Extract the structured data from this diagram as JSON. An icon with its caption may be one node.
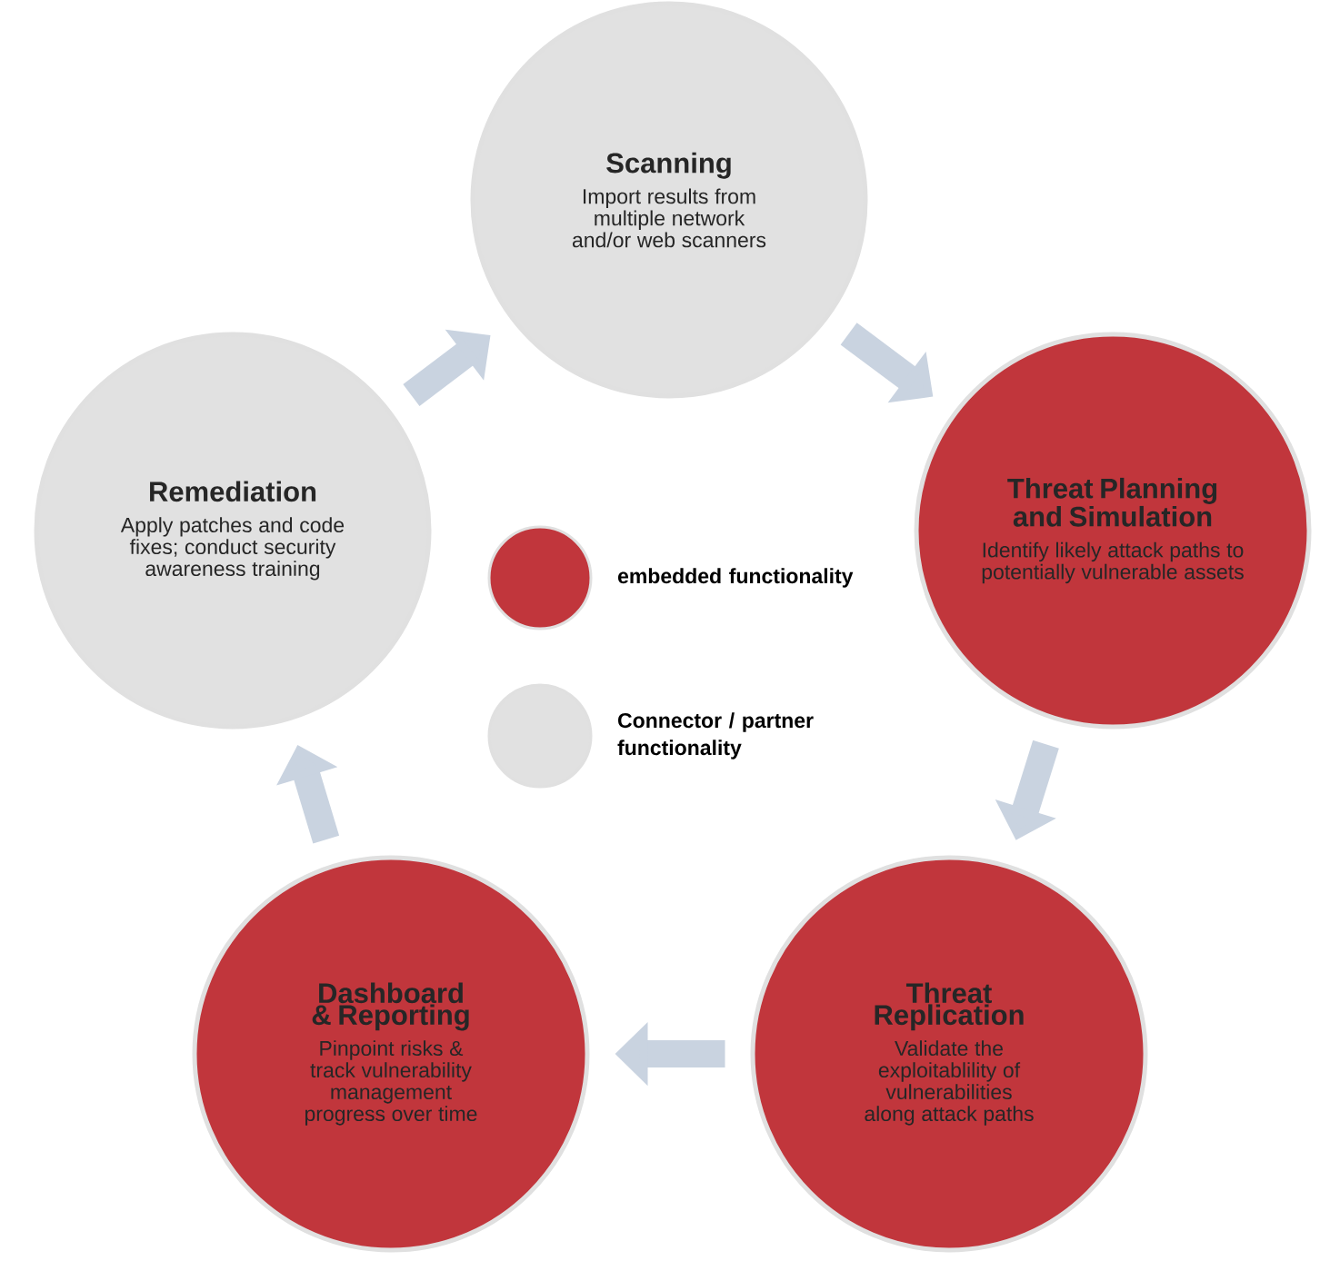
{
  "diagram": {
    "nodes": [
      {
        "text": [
          "Scanning",
          "Import results from multiple network and/or web scanners"
        ]
      },
      {
        "text": [
          "Threat Planning and Simulation",
          "Identify likely attack paths to potentially vulnerable assets"
        ]
      },
      {
        "text": [
          "Threat Replication",
          "Validate the exploitablility of vulnerabilities along attack paths"
        ]
      },
      {
        "text": [
          "Dashboard & Reporting",
          "Pinpoint risks & track vulnerability management progress over time"
        ]
      },
      {
        "text": [
          "Remediation",
          "Apply patches and code fixes; conduct security awareness training"
        ]
      }
    ],
    "edges": [
      {
        "from": 0,
        "to": 1,
        "arrow": "to"
      },
      {
        "from": 1,
        "to": 2,
        "arrow": "to"
      },
      {
        "from": 2,
        "to": 3,
        "arrow": "to"
      },
      {
        "from": 3,
        "to": 4,
        "arrow": "to"
      },
      {
        "from": 4,
        "to": 0,
        "arrow": "to"
      }
    ],
    "legend": [
      {
        "text": "embedded functionality",
        "color": "#c1363c"
      },
      {
        "text": "Connector / partner functionality",
        "color": "#e1e1e1"
      }
    ]
  }
}
